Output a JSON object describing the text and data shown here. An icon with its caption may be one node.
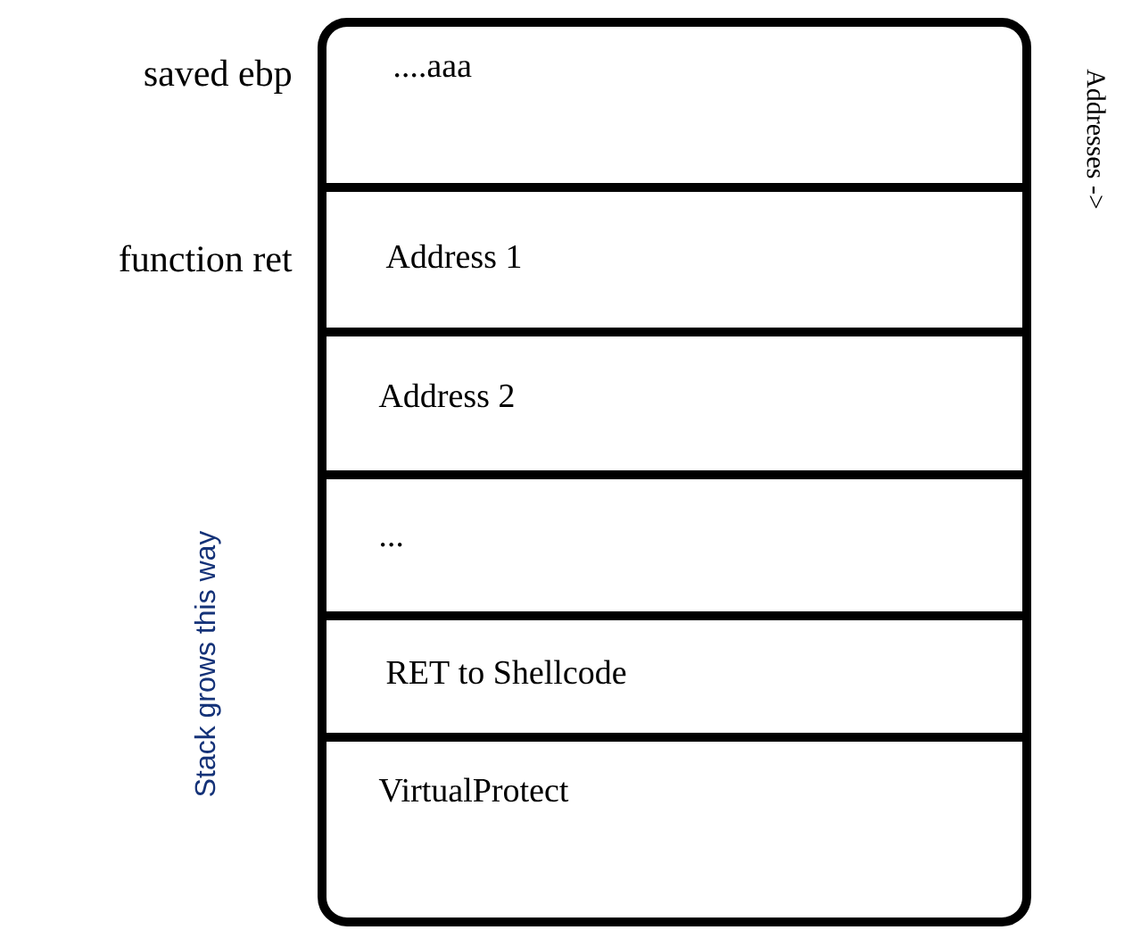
{
  "diagram": {
    "nodes": [
      {
        "text": [],
        "shape": "box"
      },
      {
        "text": [
          "....aaa"
        ],
        "in": 0,
        "beside": [
          "saved ebp"
        ]
      },
      {
        "text": [
          "Address 1"
        ],
        "in": 0,
        "beside": [
          "function ret"
        ]
      },
      {
        "text": [
          "Address 2"
        ],
        "in": 0
      },
      {
        "text": [
          "..."
        ],
        "in": 0
      },
      {
        "text": [
          "RET to Shellcode"
        ],
        "in": 0
      },
      {
        "text": [
          "VirtualProtect"
        ],
        "in": 0
      }
    ],
    "edges": [],
    "labels": [
      "Addresses ->",
      "Stack grows this way"
    ]
  }
}
